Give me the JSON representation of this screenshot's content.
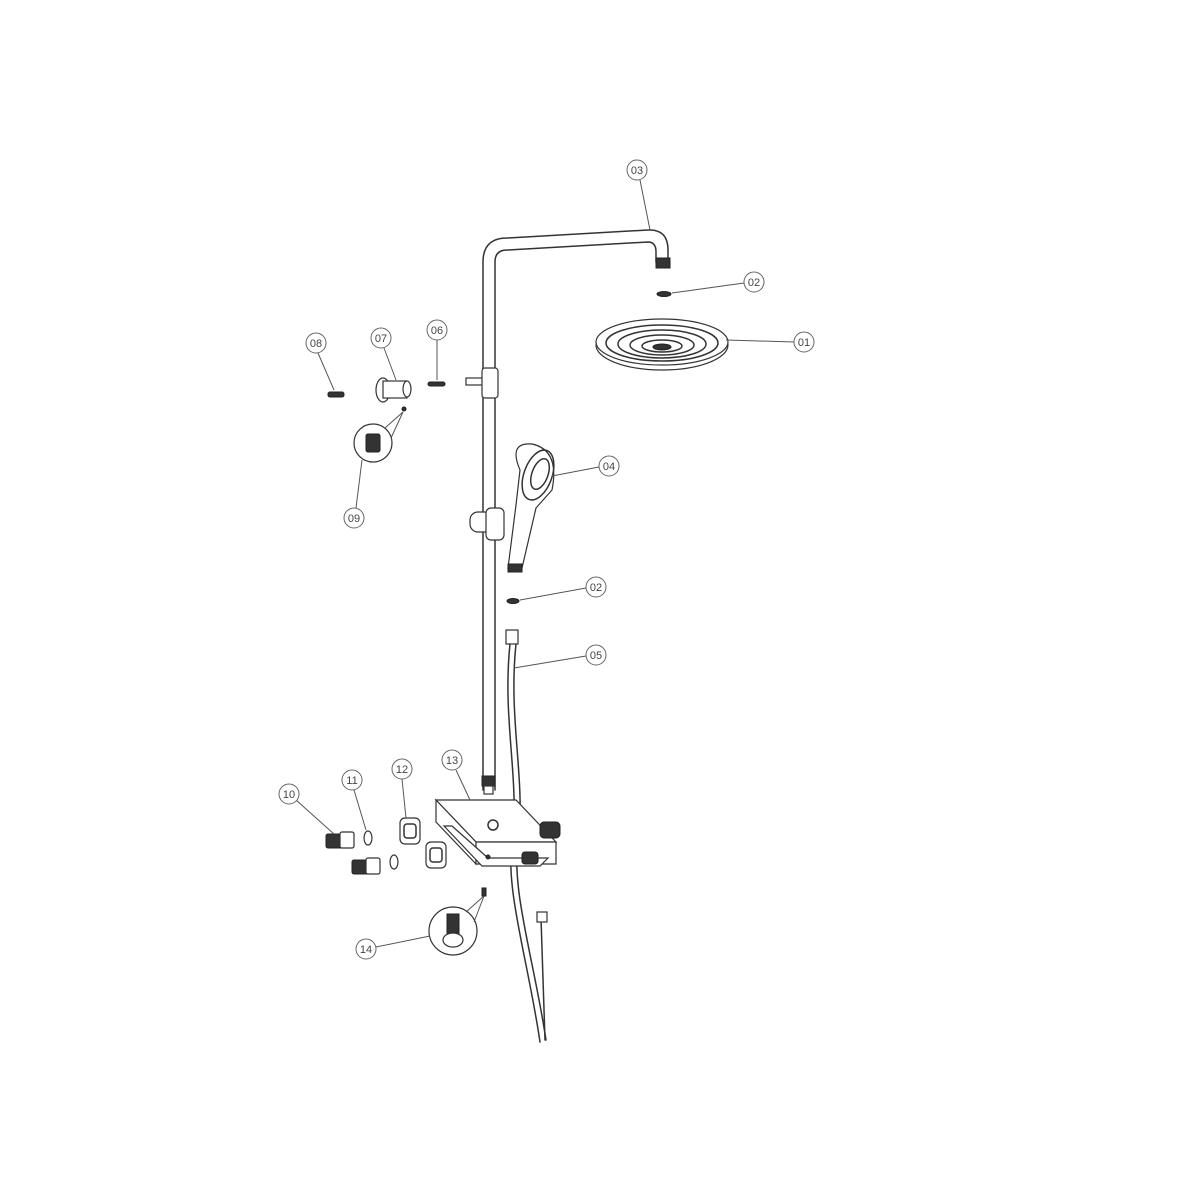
{
  "parts": [
    {
      "id": "p01",
      "label": "01",
      "component": "rain-shower-head"
    },
    {
      "id": "p02a",
      "label": "02",
      "component": "washer-top"
    },
    {
      "id": "p02b",
      "label": "02",
      "component": "washer-hand-shower"
    },
    {
      "id": "p03",
      "label": "03",
      "component": "shower-riser-pipe"
    },
    {
      "id": "p04",
      "label": "04",
      "component": "hand-shower"
    },
    {
      "id": "p05",
      "label": "05",
      "component": "shower-hose"
    },
    {
      "id": "p06",
      "label": "06",
      "component": "screw-wall-bracket"
    },
    {
      "id": "p07",
      "label": "07",
      "component": "wall-bracket"
    },
    {
      "id": "p08",
      "label": "08",
      "component": "wall-plug"
    },
    {
      "id": "p09",
      "label": "09",
      "component": "grub-screw-detail"
    },
    {
      "id": "p10",
      "label": "10",
      "component": "eccentric-connector"
    },
    {
      "id": "p11",
      "label": "11",
      "component": "connector-washer"
    },
    {
      "id": "p12",
      "label": "12",
      "component": "cover-flange"
    },
    {
      "id": "p13",
      "label": "13",
      "component": "mixer-valve-shelf"
    },
    {
      "id": "p14",
      "label": "14",
      "component": "screw-detail"
    }
  ]
}
